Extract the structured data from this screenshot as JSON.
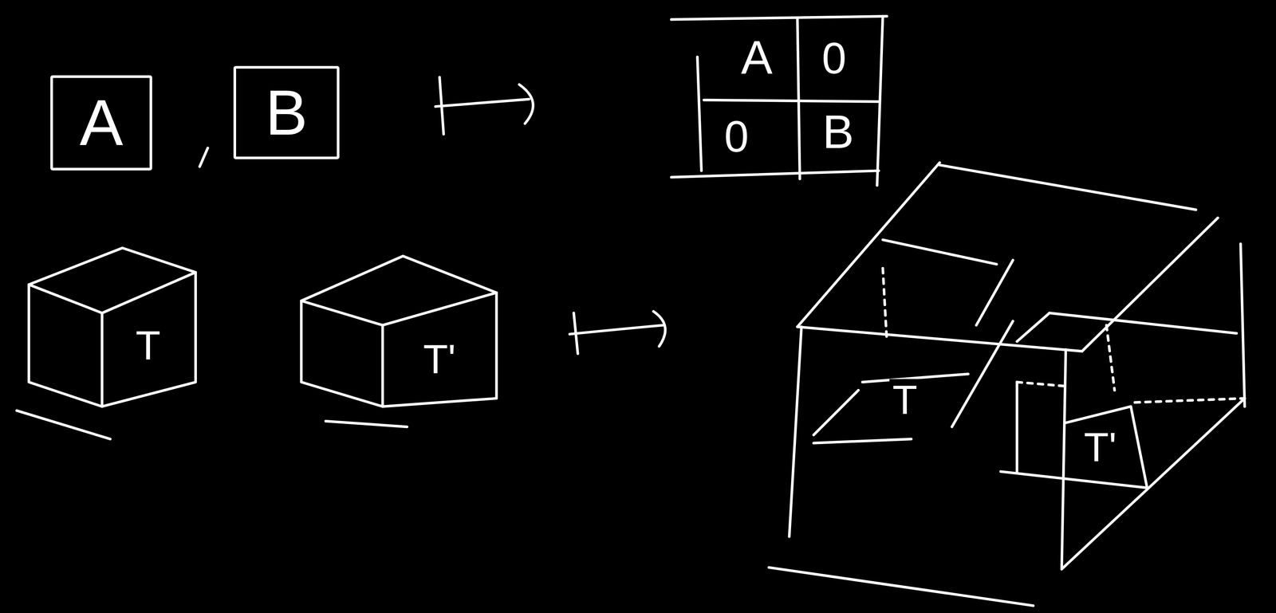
{
  "diagram": {
    "nodes": [
      {
        "text": [
          "A"
        ]
      },
      {
        "text": [
          "B"
        ]
      }
    ],
    "labels": [
      "A",
      "0",
      "0",
      "B",
      "T",
      "T'",
      "T",
      "T'"
    ]
  }
}
